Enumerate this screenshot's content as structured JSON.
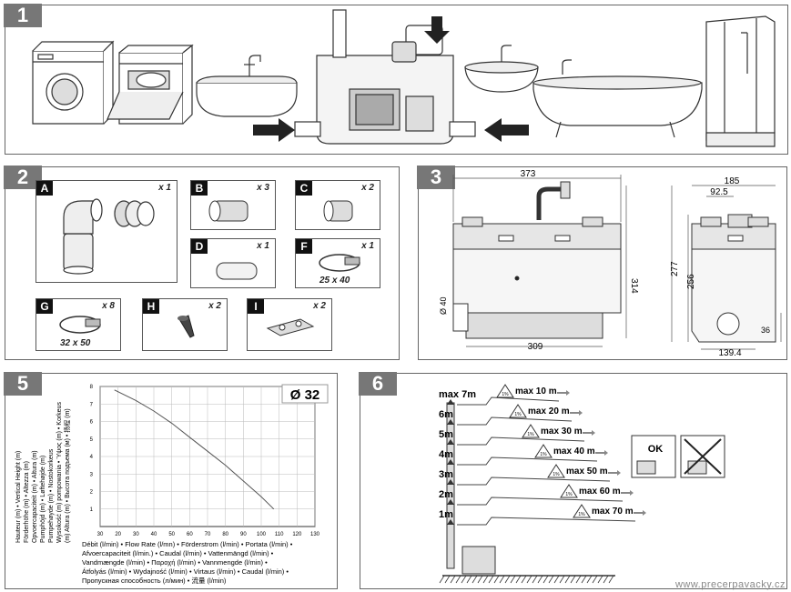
{
  "panels": {
    "p1": {
      "tag": "1"
    },
    "p2": {
      "tag": "2"
    },
    "p3": {
      "tag": "3"
    },
    "p5": {
      "tag": "5"
    },
    "p6": {
      "tag": "6"
    }
  },
  "parts": [
    {
      "letter": "A",
      "qty": "x 1"
    },
    {
      "letter": "B",
      "qty": "x 3"
    },
    {
      "letter": "C",
      "qty": "x 2"
    },
    {
      "letter": "D",
      "qty": "x 1"
    },
    {
      "letter": "F",
      "qty": "x 1",
      "size": "25 x 40"
    },
    {
      "letter": "G",
      "qty": "x 8",
      "size": "32 x 50"
    },
    {
      "letter": "H",
      "qty": "x 2"
    },
    {
      "letter": "I",
      "qty": "x 2"
    }
  ],
  "dimensions": {
    "width_top": "373",
    "width_bottom": "309",
    "height_outlet": "314",
    "inlet_diameter": "Ø 40",
    "side_width": "185",
    "side_top": "92.5",
    "side_height_total": "277",
    "side_height_body": "256",
    "side_base": "139.4",
    "side_outlet_height": "36"
  },
  "chart": {
    "pipe_label": "Ø 32",
    "ylabel_lines": [
      "Hauteur (m) • Vertical Height (m)",
      "Förderhöhe (m) • Altezza (m)",
      "Opvoercapaciteit (m) • Altura (m)",
      "Pumphöjd (m) • Løftehøjde (m)",
      "Pumpehøyde (m) • Nostokorkeus",
      "Wysokość (m) pompowania • Ύψος (m) • Korkeus",
      "(m) Altura (m) • Высота подъема (м) • 扬程 (m)"
    ],
    "xlabel_lines": [
      "Débit (l/min) • Flow Rate (l/mn) • Förderstrom (l/min) • Portata (l/min) •",
      "Afvoercapaciteit (l/min.) • Caudal (l/min) • Vattenmängd (l/min) •",
      "Vandmængde (l/min) • Παροχή (l/min) • Vannmengde (l/min) •",
      "Átfolyás (l/min) • Wydajność (l/min) • Virtaus (l/min) • Caudal (l/min) •",
      "Пропускная способность (л/мин) • 流量 (l/min)"
    ]
  },
  "chart_data": {
    "type": "line",
    "x_ticks": [
      "30",
      "20",
      "30",
      "40",
      "50",
      "60",
      "70",
      "80",
      "90",
      "100",
      "110",
      "120",
      "130"
    ],
    "y_ticks": [
      "1",
      "2",
      "3",
      "4",
      "5",
      "6",
      "7",
      "8"
    ],
    "xlim": [
      10,
      130
    ],
    "ylim": [
      0,
      8
    ],
    "grid": true,
    "series": [
      {
        "x": [
          18,
          30,
          40,
          50,
          60,
          70,
          80,
          90,
          100,
          107
        ],
        "y": [
          7.8,
          7.2,
          6.6,
          5.9,
          5.1,
          4.3,
          3.5,
          2.6,
          1.7,
          1.0
        ]
      }
    ]
  },
  "installation": {
    "heights": [
      "max 7m",
      "6m",
      "5m",
      "4m",
      "3m",
      "2m",
      "1m"
    ],
    "runs": [
      "max 10 m",
      "max 20 m",
      "max 30 m",
      "max 40 m",
      "max 50 m",
      "max 60 m",
      "max 70 m"
    ],
    "slope_label": "1%",
    "ok_label": "OK"
  },
  "watermark": "www.precerpavacky.cz"
}
